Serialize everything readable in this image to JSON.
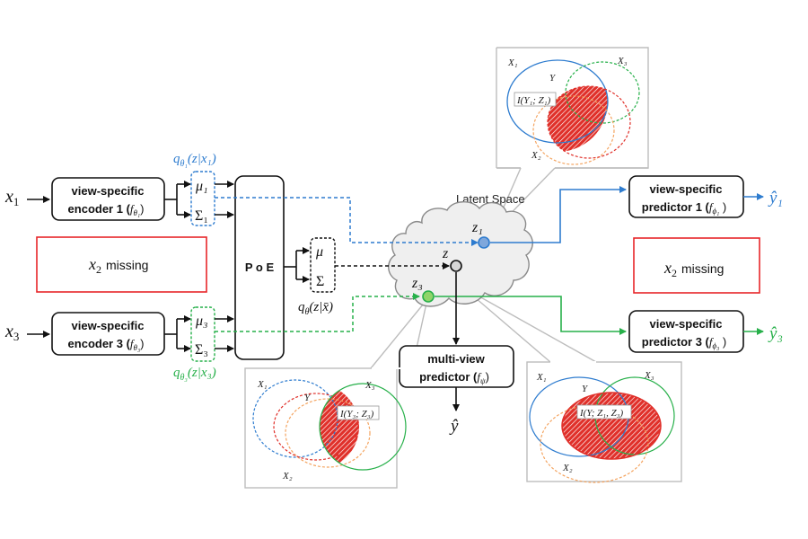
{
  "colors": {
    "view1": "#2e7ccf",
    "view3": "#27b04a",
    "missing": "#e8262a",
    "cloud_fill": "#efefef",
    "cloud_stroke": "#8a8a8a",
    "callout_stroke": "#bdbdbd",
    "y_region": "#e0302a",
    "x2_circle": "#f4a460",
    "node_z1": "#7ea7dc",
    "node_z": "#d6d6d6",
    "node_z3": "#8fd46a"
  },
  "inputs": {
    "x1": "x",
    "x1_sub": "1",
    "x3": "x",
    "x3_sub": "3"
  },
  "encoders": {
    "enc1": {
      "line1": "view-specific",
      "line2": "encoder 1 (",
      "fn": "f",
      "fn_sub": "θ₁",
      "close": ")"
    },
    "enc3": {
      "line1": "view-specific",
      "line2": "encoder 3 (",
      "fn": "f",
      "fn_sub": "θ₃",
      "close": ")"
    }
  },
  "posteriors": {
    "q1": {
      "label": "q",
      "sub": "θ₁",
      "args": "(z|x₁)",
      "mu": "μ₁",
      "sigma": "Σ₁"
    },
    "q3": {
      "label": "q",
      "sub": "θ₃",
      "args": "(z|x₃)",
      "mu": "μ₃",
      "sigma": "Σ₃"
    },
    "joint": {
      "label": "q",
      "sub": "θ",
      "args": "(z|x̄)",
      "mu": "μ",
      "sigma": "Σ"
    }
  },
  "missing_left": {
    "var": "x",
    "sub": "2",
    "text": "missing"
  },
  "missing_right": {
    "var": "x",
    "sub": "2",
    "text": "missing"
  },
  "poe": {
    "label": "P o E"
  },
  "latent": {
    "title": "Latent Space",
    "z1": "z₁",
    "z": "z",
    "z3": "z₃"
  },
  "predictors": {
    "pred1": {
      "line1": "view-specific",
      "line2": "predictor 1 (",
      "fn": "f",
      "fn_sub": "ϕ₁",
      "close": " )",
      "output": "ŷ₁"
    },
    "pred3": {
      "line1": "view-specific",
      "line2": "predictor 3 (",
      "fn": "f",
      "fn_sub": "ϕ₃",
      "close": " )",
      "output": "ŷ₃"
    },
    "multi": {
      "line1": "multi-view",
      "line2": "predictor (",
      "fn": "f",
      "fn_sub": "ψ",
      "close": ")",
      "output": "ŷ"
    }
  },
  "venn_top": {
    "x1": "X₁",
    "x2": "X₂",
    "x3": "X₃",
    "y": "Y",
    "info": "I(Y₁; Z₁)"
  },
  "venn_bottom_left": {
    "x1": "X₁",
    "x2": "X₂",
    "x3": "X₃",
    "y": "Y",
    "info": "I(Y₃; Z₃)"
  },
  "venn_bottom_right": {
    "x1": "X₁",
    "x2": "X₂",
    "x3": "X₃",
    "y": "Y",
    "info": "I(Y; Z₁, Z₃)"
  }
}
